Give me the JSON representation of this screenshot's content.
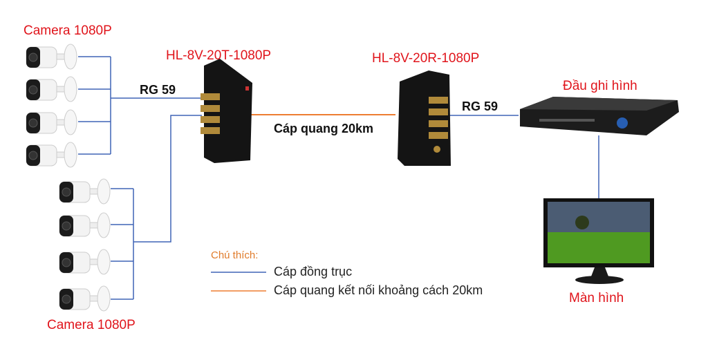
{
  "labels": {
    "camera_top": "Camera 1080P",
    "camera_bottom": "Camera 1080P",
    "transmitter": "HL-8V-20T-1080P",
    "receiver": "HL-8V-20R-1080P",
    "dvr": "Đầu ghi hình",
    "monitor": "Màn hình",
    "cable_left": "RG 59",
    "cable_right": "RG 59",
    "fiber": "Cáp quang 20km"
  },
  "legend": {
    "title": "Chú thích:",
    "items": [
      {
        "label": "Cáp đồng trục",
        "color": "#3f63b5"
      },
      {
        "label": "Cáp quang kết nối khoảng cách 20km",
        "color": "#ed7d31"
      }
    ]
  },
  "colors": {
    "coax": "#3f63b5",
    "fiber": "#ed7d31",
    "title": "#e0141b"
  }
}
